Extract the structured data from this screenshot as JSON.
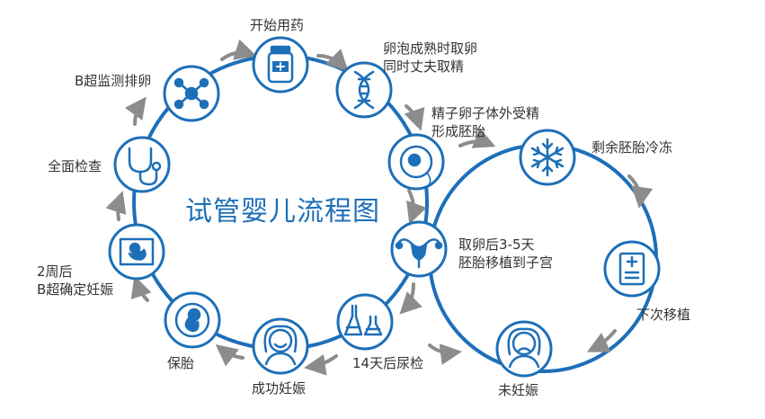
{
  "title": "试管婴儿流程图",
  "colors": {
    "primary": "#1d6fb8",
    "arrow": "#8c8c8c",
    "node_fill": "#ffffff",
    "text": "#333333"
  },
  "steps": [
    {
      "id": "medication",
      "icon": "medicine-bottle-icon",
      "lines": [
        "开始用药"
      ]
    },
    {
      "id": "egg-retrieval",
      "icon": "dna-icon",
      "lines": [
        "卵泡成熟时取卵",
        "同时丈夫取精"
      ]
    },
    {
      "id": "fertilization",
      "icon": "egg-cell-icon",
      "lines": [
        "精子卵子体外受精",
        "形成胚胎"
      ]
    },
    {
      "id": "embryo-transfer",
      "icon": "uterus-icon",
      "lines": [
        "取卵后3-5天",
        "胚胎移植到子宫"
      ]
    },
    {
      "id": "urine-test",
      "icon": "flask-icon",
      "lines": [
        "14天后尿检"
      ]
    },
    {
      "id": "pregnant",
      "icon": "happy-woman-icon",
      "lines": [
        "成功妊娠"
      ]
    },
    {
      "id": "prenatal-care",
      "icon": "fetus-icon",
      "lines": [
        "保胎"
      ]
    },
    {
      "id": "ultrasound-confirm",
      "icon": "ultrasound-fetus-icon",
      "lines": [
        "2周后",
        "B超确定妊娠"
      ]
    },
    {
      "id": "full-exam",
      "icon": "stethoscope-icon",
      "lines": [
        "全面检查"
      ]
    },
    {
      "id": "ovulation-monitor",
      "icon": "molecule-icon",
      "lines": [
        "B超监测排卵"
      ]
    }
  ],
  "side_steps": [
    {
      "id": "freeze-embryos",
      "icon": "snowflake-icon",
      "lines": [
        "剩余胚胎冷冻"
      ]
    },
    {
      "id": "next-transfer",
      "icon": "document-plus-icon",
      "lines": [
        "下次移植"
      ]
    },
    {
      "id": "not-pregnant",
      "icon": "sad-woman-icon",
      "lines": [
        "未妊娠"
      ]
    }
  ]
}
